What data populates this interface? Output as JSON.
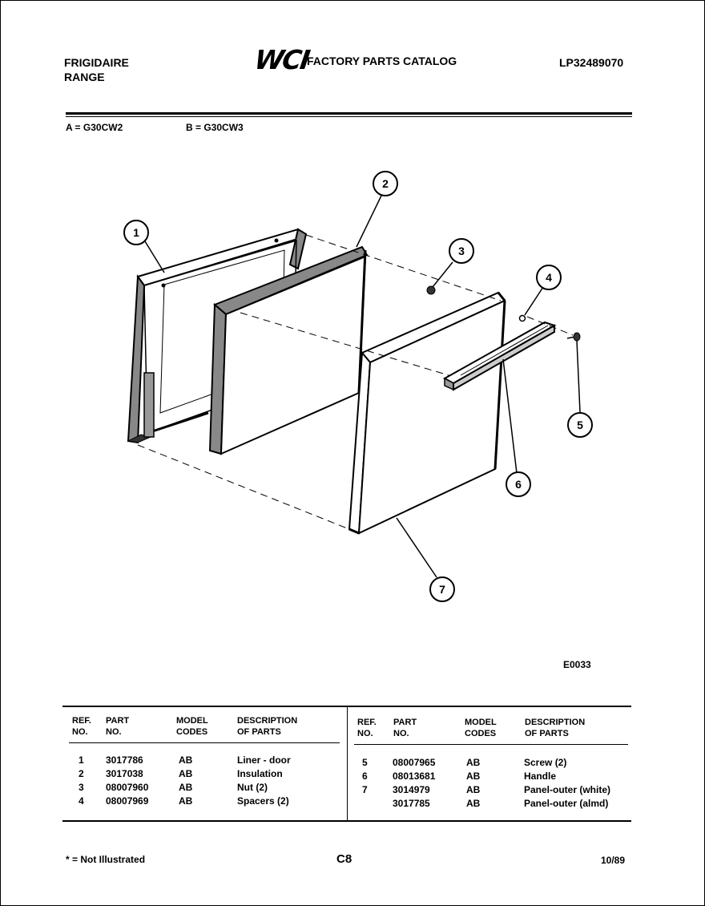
{
  "header": {
    "brand": "FRIGIDAIRE",
    "product": "RANGE",
    "logo": "WCI",
    "catalog_title": "FACTORY PARTS CATALOG",
    "catalog_number": "LP32489070"
  },
  "models": {
    "a": "A = G30CW2",
    "b": "B = G30CW3"
  },
  "diagram": {
    "callouts": [
      "1",
      "2",
      "3",
      "4",
      "5",
      "6",
      "7"
    ],
    "code": "E0033"
  },
  "table": {
    "headers": {
      "ref": [
        "REF.",
        "NO."
      ],
      "part": [
        "PART",
        "NO."
      ],
      "model": [
        "MODEL",
        "CODES"
      ],
      "desc": [
        "DESCRIPTION",
        "OF PARTS"
      ]
    },
    "left_rows": [
      {
        "ref": "1",
        "part": "3017786",
        "codes": "AB",
        "desc": "Liner - door"
      },
      {
        "ref": "2",
        "part": "3017038",
        "codes": "AB",
        "desc": "Insulation"
      },
      {
        "ref": "3",
        "part": "08007960",
        "codes": "AB",
        "desc": "Nut (2)"
      },
      {
        "ref": "4",
        "part": "08007969",
        "codes": "AB",
        "desc": "Spacers (2)"
      }
    ],
    "right_rows": [
      {
        "ref": "5",
        "part": "08007965",
        "codes": "AB",
        "desc": "Screw (2)"
      },
      {
        "ref": "6",
        "part": "08013681",
        "codes": "AB",
        "desc": "Handle"
      },
      {
        "ref": "7",
        "part": "3014979",
        "codes": "AB",
        "desc": "Panel-outer (white)"
      },
      {
        "ref": "",
        "part": "3017785",
        "codes": "AB",
        "desc": "Panel-outer (almd)"
      }
    ]
  },
  "footer": {
    "note": "* = Not Illustrated",
    "page": "C8",
    "date": "10/89"
  }
}
